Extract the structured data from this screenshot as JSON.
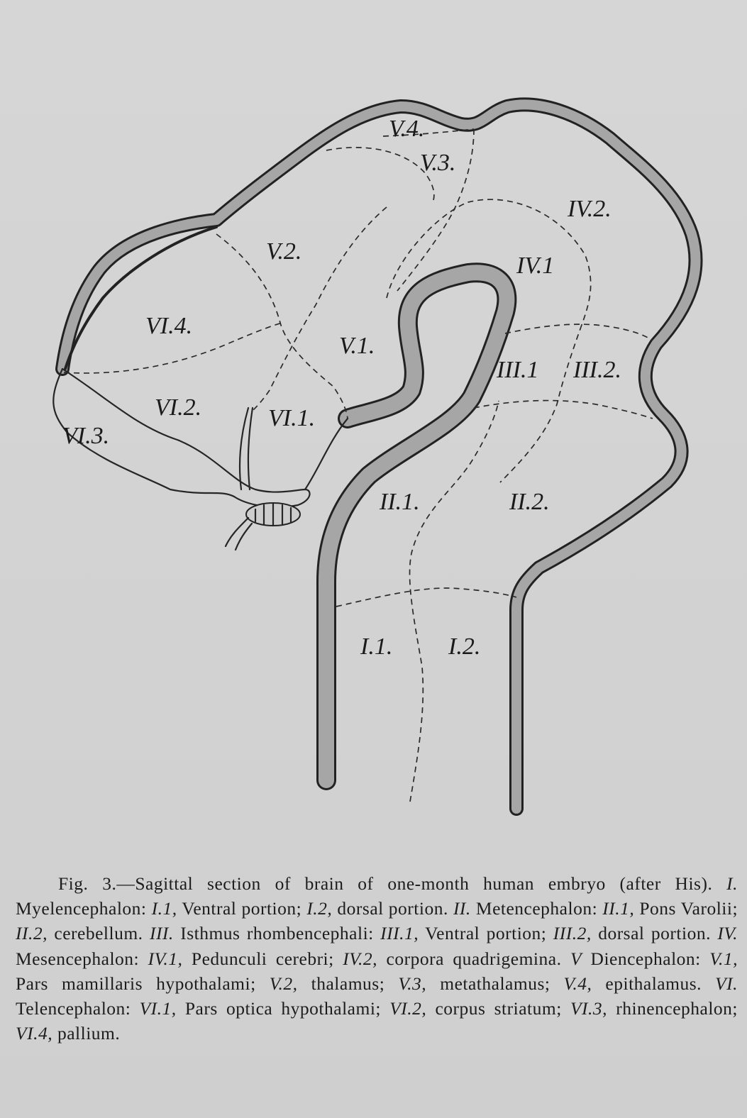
{
  "figure": {
    "labels": {
      "v4": "V.4.",
      "v3": "V.3.",
      "iv2": "IV.2.",
      "v2": "V.2.",
      "iv1": "IV.1",
      "vi4": "VI.4.",
      "v1": "V.1.",
      "iii1": "III.1",
      "iii2": "III.2.",
      "vi2": "VI.2.",
      "vi1": "VI.1.",
      "vi3": "VI.3.",
      "ii1": "II.1.",
      "ii2": "II.2.",
      "i1": "I.1.",
      "i2": "I.2."
    }
  },
  "caption": {
    "figure_label": "Fig. 3.",
    "title": "—Sagittal section of brain of one-month human embryo (after His).",
    "items": [
      {
        "numeral": "I.",
        "name": "Myelencephalon:",
        "parts": [
          {
            "id": "I.1,",
            "text": "Ventral portion;"
          },
          {
            "id": "I.2,",
            "text": "dorsal portion."
          }
        ]
      },
      {
        "numeral": "II.",
        "name": "Metencephalon:",
        "parts": [
          {
            "id": "II.1,",
            "text": "Pons Varolii;"
          },
          {
            "id": "II.2,",
            "text": "cerebellum."
          }
        ]
      },
      {
        "numeral": "III.",
        "name": "Isthmus rhombencephali:",
        "parts": [
          {
            "id": "III.1,",
            "text": "Ventral portion;"
          },
          {
            "id": "III.2,",
            "text": "dorsal portion."
          }
        ]
      },
      {
        "numeral": "IV.",
        "name": "Mesencephalon:",
        "parts": [
          {
            "id": "IV.1,",
            "text": "Pedunculi cerebri;"
          },
          {
            "id": "IV.2,",
            "text": "corpora quadrigemina."
          }
        ]
      },
      {
        "numeral": "V",
        "name": "Diencephalon:",
        "parts": [
          {
            "id": "V.1,",
            "text": "Pars mamillaris hypothalami;"
          },
          {
            "id": "V.2,",
            "text": "thalamus;"
          },
          {
            "id": "V.3,",
            "text": "metathalamus;"
          },
          {
            "id": "V.4,",
            "text": "epithalamus."
          }
        ]
      },
      {
        "numeral": "VI.",
        "name": "Telencephalon:",
        "parts": [
          {
            "id": "VI.1,",
            "text": "Pars optica hypothalami;"
          },
          {
            "id": "VI.2,",
            "text": "corpus striatum;"
          },
          {
            "id": "VI.3,",
            "text": "rhinencephalon;"
          },
          {
            "id": "VI.4,",
            "text": "pallium."
          }
        ]
      }
    ]
  }
}
